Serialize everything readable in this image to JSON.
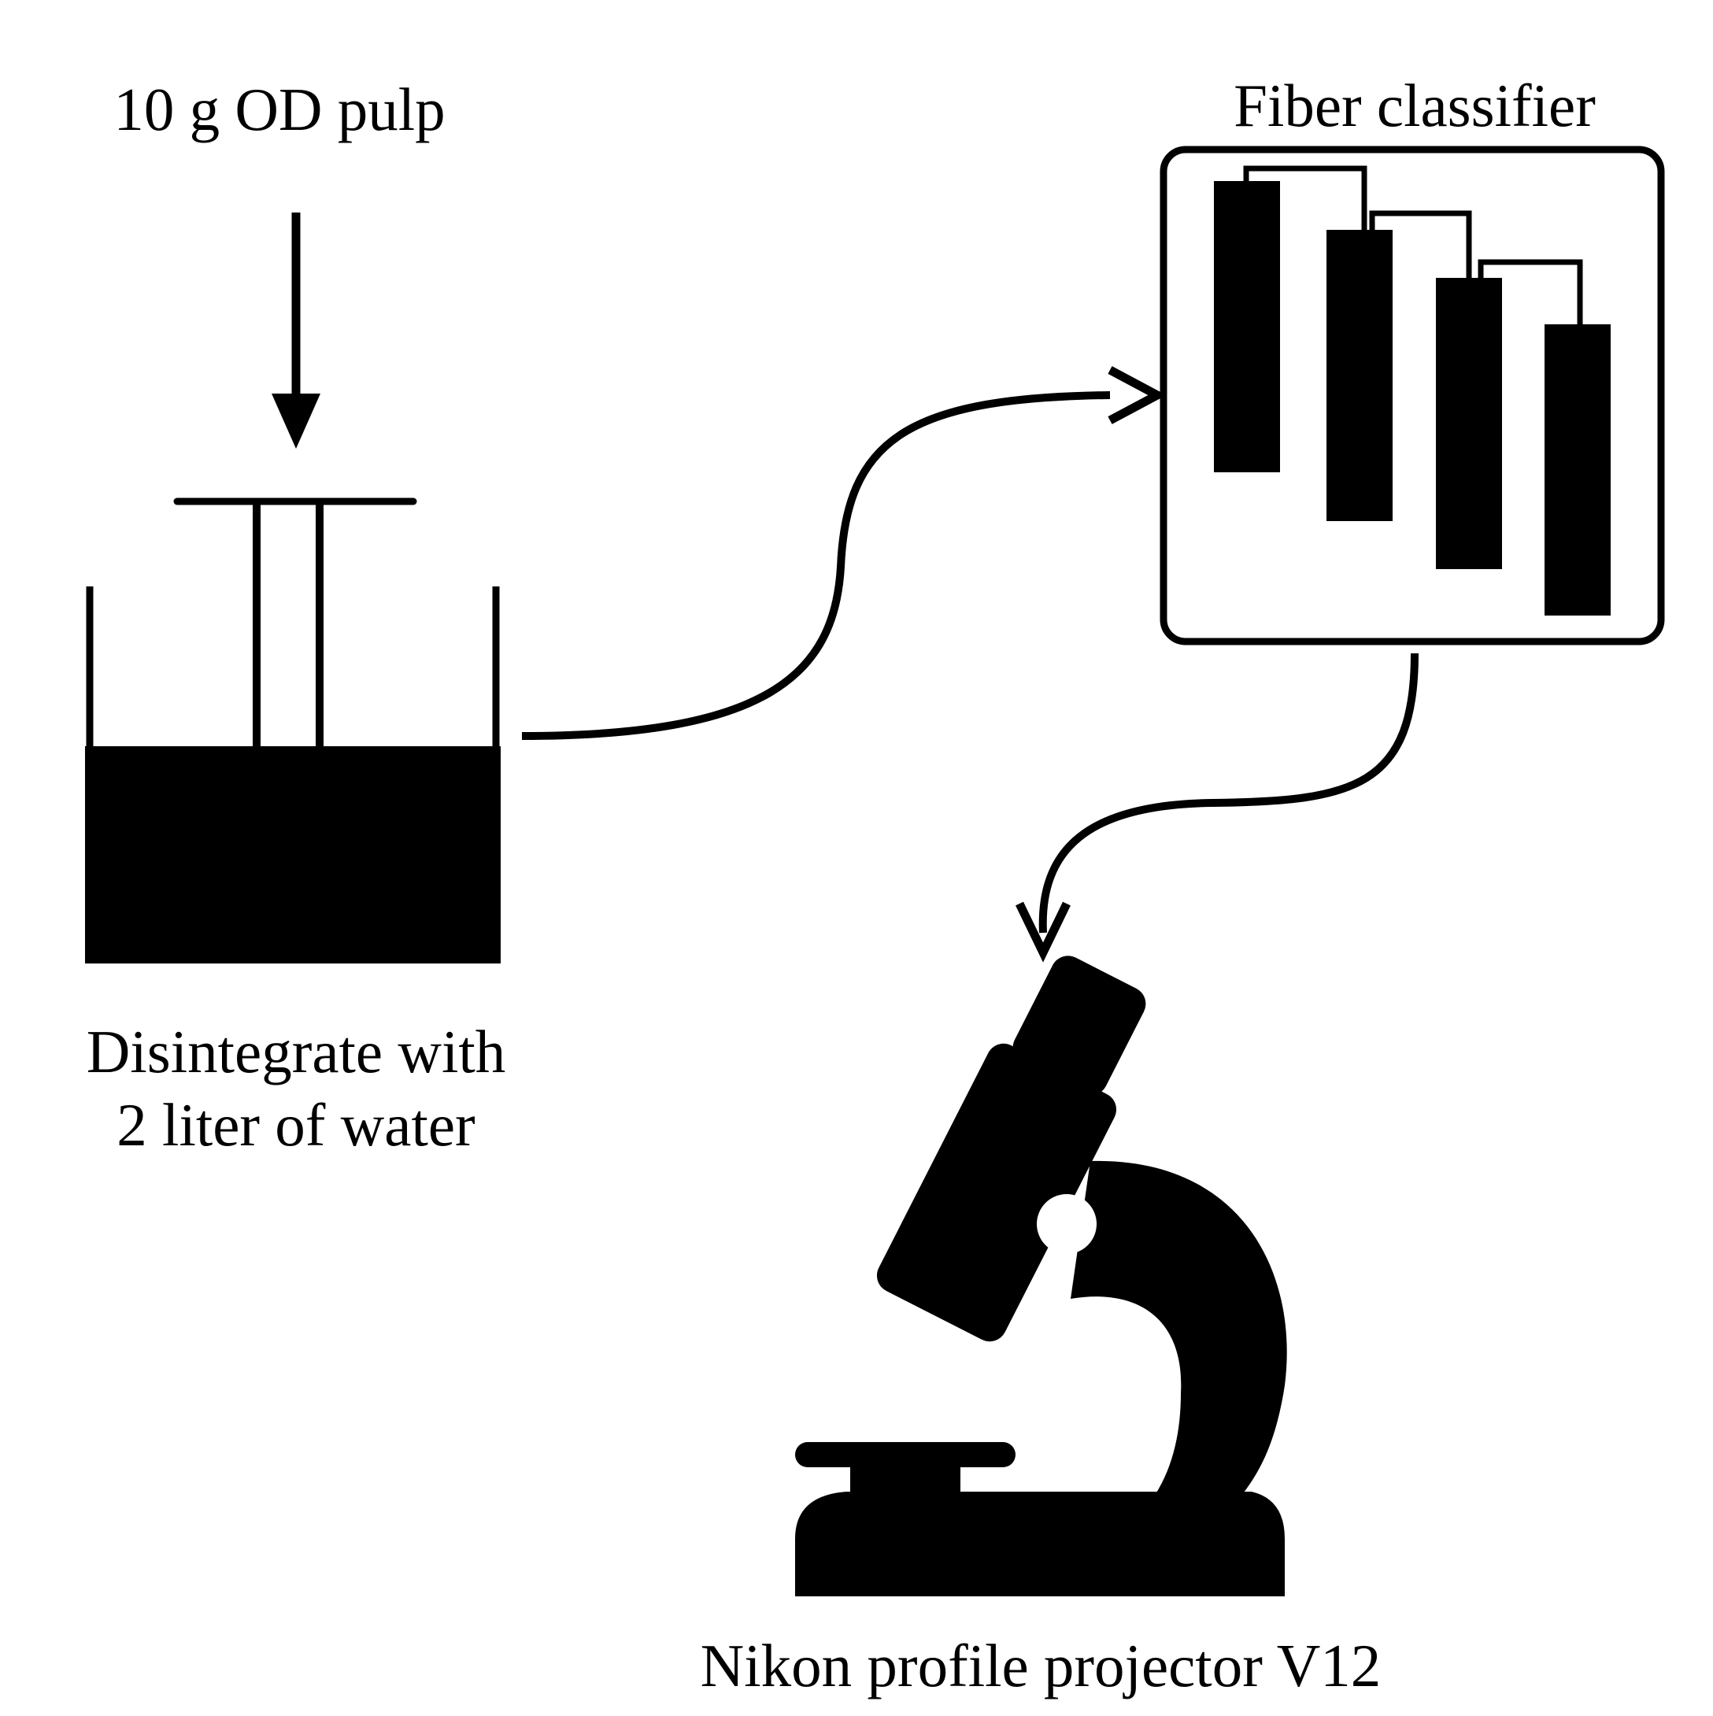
{
  "labels": {
    "input": "10 g OD pulp",
    "classifier": "Fiber classifier",
    "disintegrate_line1": "Disintegrate with",
    "disintegrate_line2": "2 liter of water",
    "projector": "Nikon profile projector V12"
  },
  "icons": {
    "disintegrator": "beaker-with-stirrer-icon",
    "classifier": "fiber-classifier-tanks-icon",
    "projector": "microscope-icon"
  },
  "colors": {
    "ink": "#000000",
    "background": "#ffffff"
  }
}
